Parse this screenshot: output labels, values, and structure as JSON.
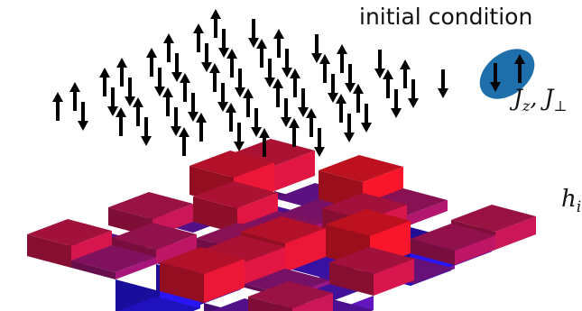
{
  "labels": {
    "title": "initial condition",
    "coupling": "J_z, J_⊥",
    "field": "h_i"
  },
  "colors": {
    "arrow": "#000000",
    "ellipse": "#1f6fad",
    "field_positive": "#e8141c",
    "field_negative": "#1a14e8"
  },
  "spins": [
    "up",
    "down",
    "up",
    "down",
    "up",
    "down",
    "up",
    "down",
    "up",
    "down",
    "up",
    "down",
    "up",
    "down",
    "up",
    "down",
    "up",
    "down",
    "up",
    "down",
    "up",
    "down",
    "up",
    "down",
    "up",
    "down",
    "up",
    "down",
    "up",
    "down",
    "up",
    "down",
    "up",
    "down",
    "up",
    "down",
    "up",
    "down",
    "up",
    "down",
    "up",
    "down",
    "up",
    "down",
    "up",
    "down",
    "up",
    "down",
    "up",
    "down",
    "up",
    "down",
    "up",
    "down",
    "up",
    "down",
    "up",
    "down",
    "up",
    "down",
    "up",
    "down",
    "up",
    "down"
  ],
  "highlighted_pair": [
    "down",
    "up"
  ],
  "field_levels": [
    0.7,
    -0.2,
    0.9,
    0.3,
    -0.8,
    0.5,
    0.8,
    -0.4,
    0.1,
    0.6,
    -0.9,
    0.4,
    -0.3,
    0.7,
    0.2,
    -0.6,
    0.9,
    -0.1,
    0.5,
    -0.7,
    0.3,
    0.8,
    -0.5,
    0.6,
    -0.2,
    0.4,
    -0.8,
    0.7,
    0.1,
    -0.4,
    0.6,
    0.2,
    -0.9,
    0.8,
    -0.3,
    0.5
  ]
}
